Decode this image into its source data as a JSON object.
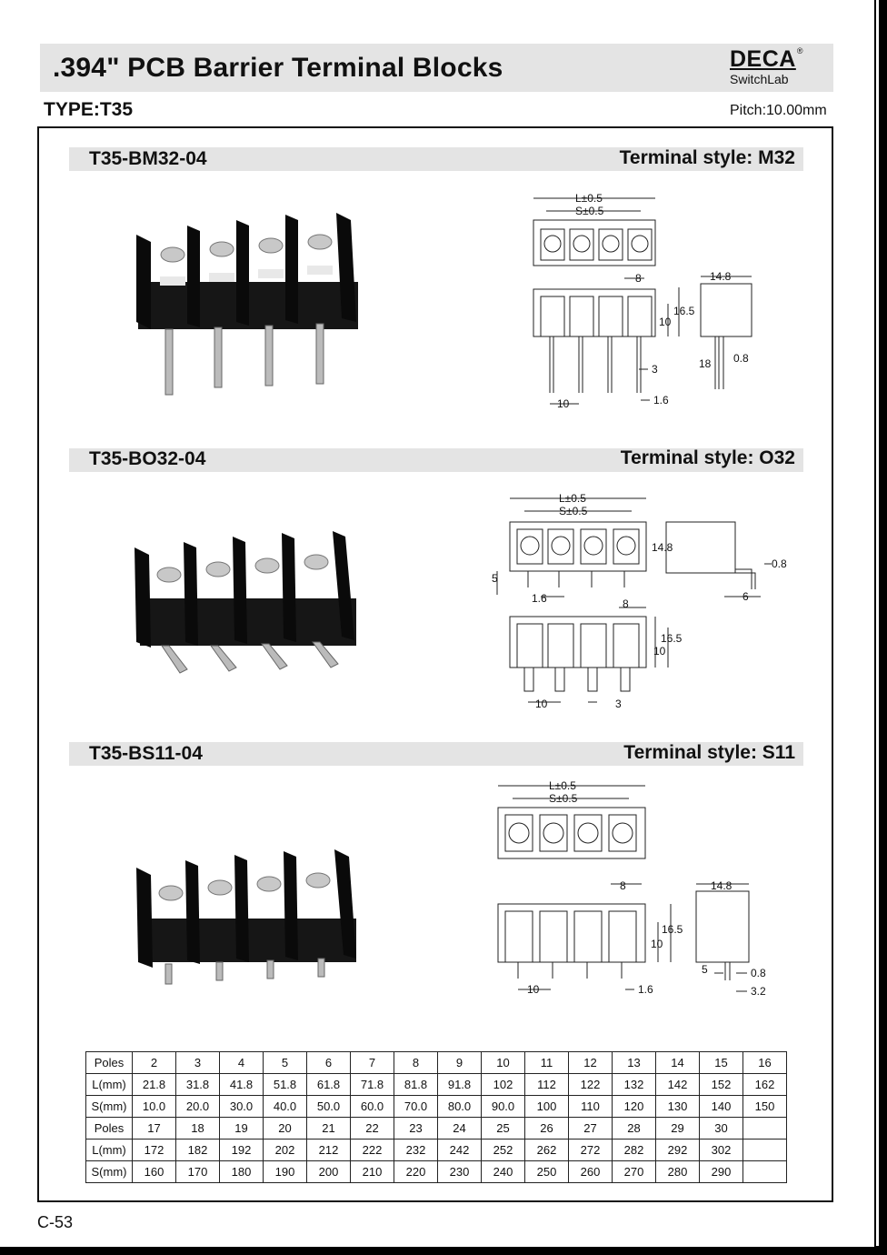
{
  "header": {
    "title": ".394\" PCB Barrier Terminal Blocks",
    "brand": "DECA",
    "brand_mark": "®",
    "brand_sub": "SwitchLab",
    "type_label": "TYPE:T35",
    "pitch": "Pitch:10.00mm"
  },
  "sections": [
    {
      "model": "T35-BM32-04",
      "style": "Terminal style: M32",
      "dims": {
        "L": "L±0.5",
        "S": "S±0.5",
        "pitch": "8",
        "height": "16.5",
        "body": "10",
        "depth": "14.8",
        "pin_len": "18",
        "pin_w": "0.8",
        "pin_t": "3",
        "spacing": "10",
        "pin_d": "1.6"
      }
    },
    {
      "model": "T35-BO32-04",
      "style": "Terminal style: O32",
      "dims": {
        "L": "L±0.5",
        "S": "S±0.5",
        "pitch": "8",
        "height": "16.5",
        "body": "10",
        "depth": "14.8",
        "pin_w": "0.8",
        "offset": "6",
        "lead": "5",
        "pin_d": "1.6",
        "spacing": "10",
        "pin_t": "3"
      }
    },
    {
      "model": "T35-BS11-04",
      "style": "Terminal style: S11",
      "dims": {
        "L": "L±0.5",
        "S": "S±0.5",
        "pitch": "8",
        "height": "16.5",
        "body": "10",
        "depth": "14.8",
        "pin_len": "5",
        "pin_w": "0.8",
        "pin_off": "3.2",
        "spacing": "10",
        "pin_d": "1.6"
      }
    }
  ],
  "table": {
    "rows": [
      [
        "Poles",
        "2",
        "3",
        "4",
        "5",
        "6",
        "7",
        "8",
        "9",
        "10",
        "11",
        "12",
        "13",
        "14",
        "15",
        "16"
      ],
      [
        "L(mm)",
        "21.8",
        "31.8",
        "41.8",
        "51.8",
        "61.8",
        "71.8",
        "81.8",
        "91.8",
        "102",
        "112",
        "122",
        "132",
        "142",
        "152",
        "162"
      ],
      [
        "S(mm)",
        "10.0",
        "20.0",
        "30.0",
        "40.0",
        "50.0",
        "60.0",
        "70.0",
        "80.0",
        "90.0",
        "100",
        "110",
        "120",
        "130",
        "140",
        "150"
      ],
      [
        "Poles",
        "17",
        "18",
        "19",
        "20",
        "21",
        "22",
        "23",
        "24",
        "25",
        "26",
        "27",
        "28",
        "29",
        "30",
        ""
      ],
      [
        "L(mm)",
        "172",
        "182",
        "192",
        "202",
        "212",
        "222",
        "232",
        "242",
        "252",
        "262",
        "272",
        "282",
        "292",
        "302",
        ""
      ],
      [
        "S(mm)",
        "160",
        "170",
        "180",
        "190",
        "200",
        "210",
        "220",
        "230",
        "240",
        "250",
        "260",
        "270",
        "280",
        "290",
        ""
      ]
    ]
  },
  "footer": {
    "page": "C-53"
  }
}
